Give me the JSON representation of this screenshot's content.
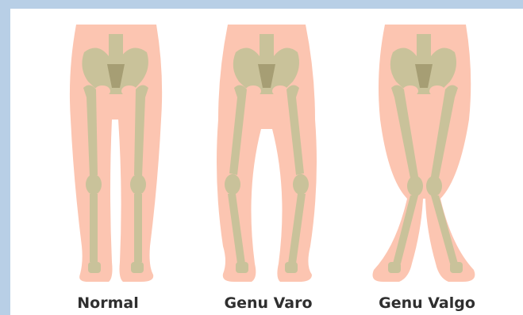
{
  "figures": [
    {
      "label": "Normal",
      "type": "normal"
    },
    {
      "label": "Genu Varo",
      "type": "varus"
    },
    {
      "label": "Genu Valgo",
      "type": "valgus"
    }
  ],
  "colors": {
    "frame": "#b8cfe6",
    "background": "#ffffff",
    "skin": "#fcc5b1",
    "bone": "#c9c29a",
    "bone_dark": "#a69e74",
    "caption": "#2f2f2f"
  }
}
